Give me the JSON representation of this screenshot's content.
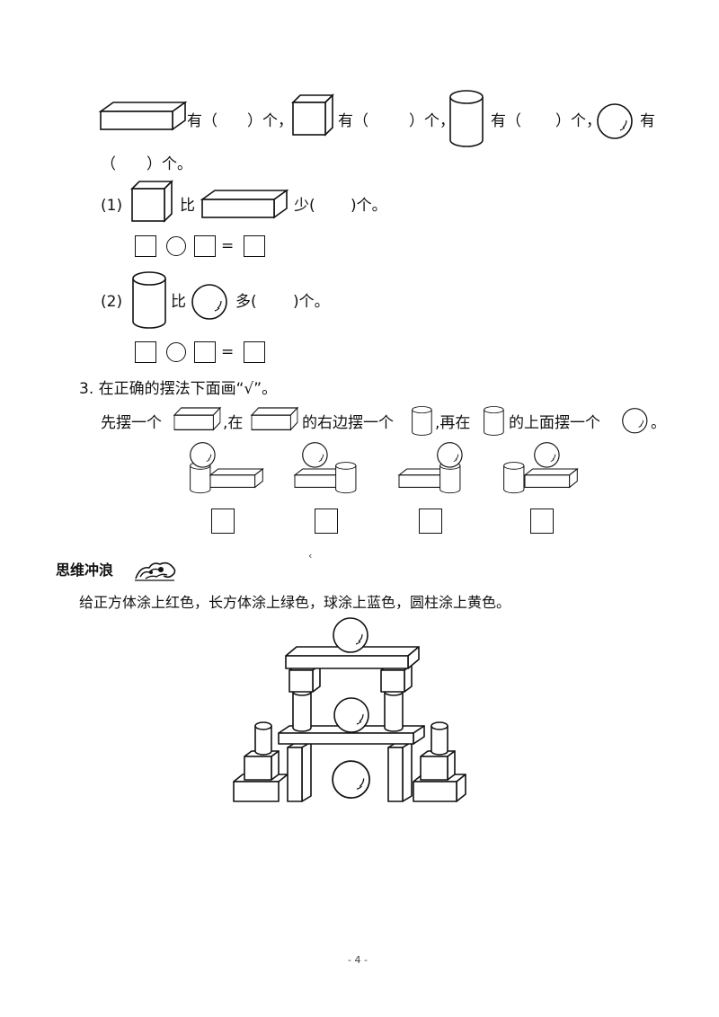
{
  "q_intro": {
    "has_open": "有（",
    "count_close_comma": "）个，",
    "count_close_comma_2": "）个，",
    "count_close_comma_3": "）个，",
    "has_last": "有",
    "wrap": "（　　）个。"
  },
  "q1": {
    "number": "(1)",
    "compare": "比",
    "less": "少(",
    "tail": ")个。"
  },
  "q2": {
    "number": "(2)",
    "compare": "比",
    "more": "多(",
    "tail": ")个。"
  },
  "eq_sign": "=",
  "q3": {
    "title": "3.  在正确的摆法下面画“√”。",
    "s1": "先摆一个",
    "s2": ",在",
    "s3": "的右边摆一个",
    "s4": ",再在",
    "s5": "的上面摆一个",
    "s6": "。",
    "options_count": 4
  },
  "stray_mark": "‹",
  "thinking": {
    "heading": "思维冲浪",
    "instruction": "给正方体涂上红色，长方体涂上绿色，球涂上蓝色，圆柱涂上黄色。"
  },
  "page_number": "- 4 -"
}
